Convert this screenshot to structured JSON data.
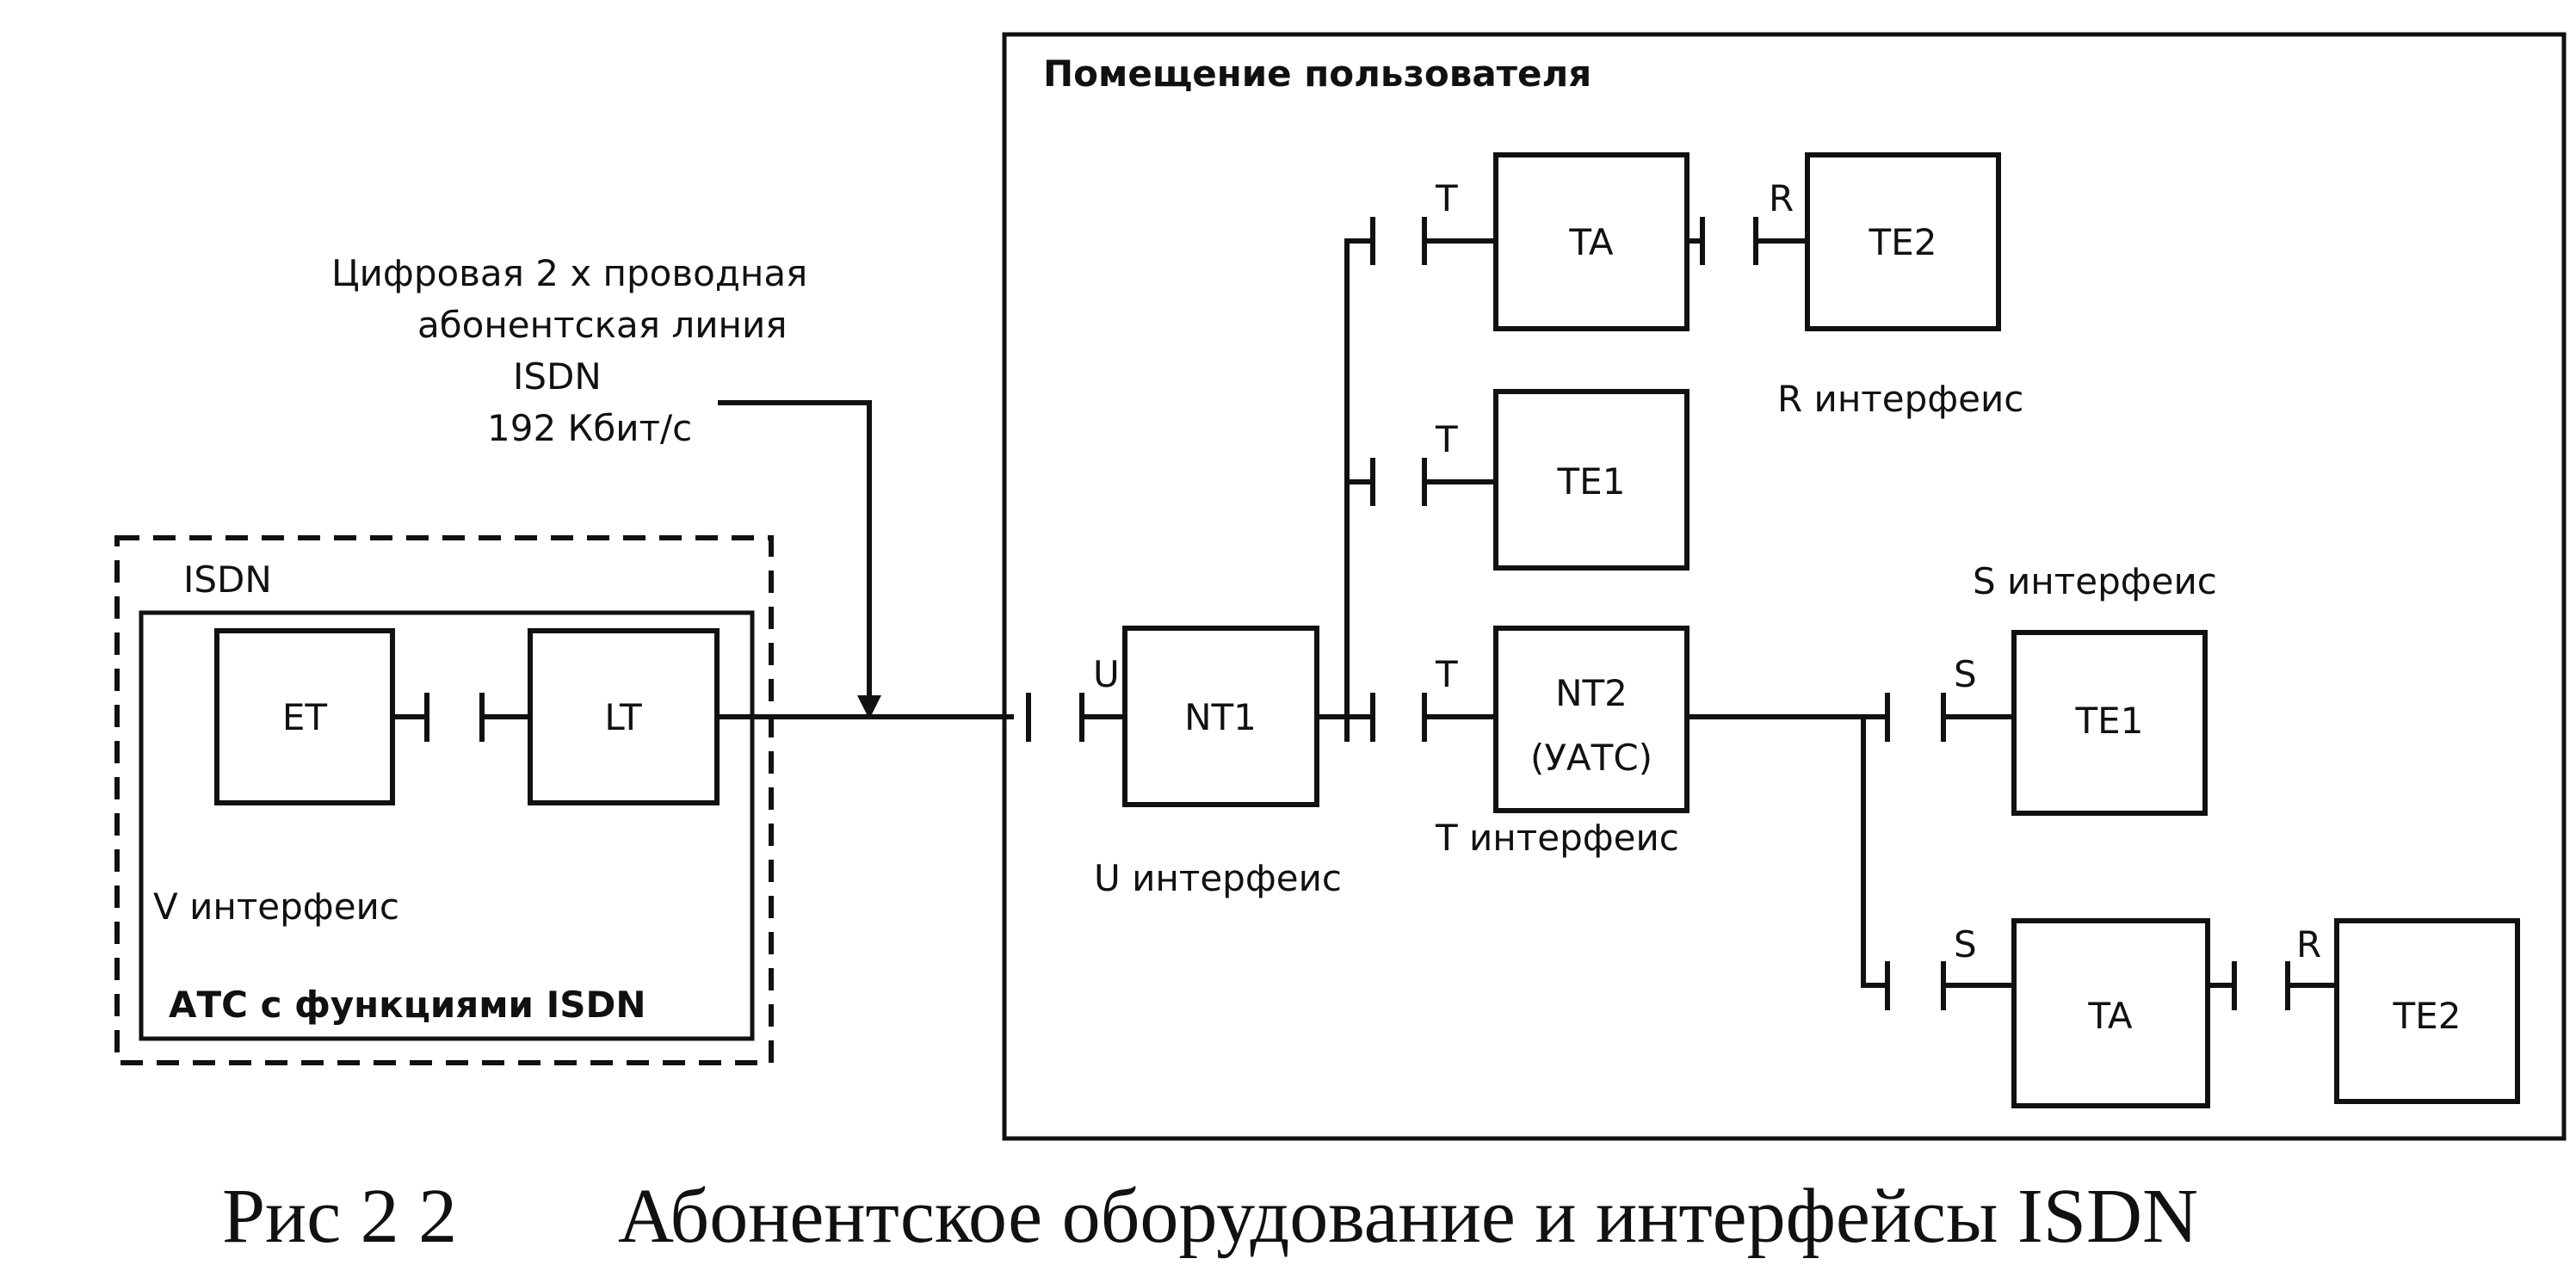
{
  "labels": {
    "user_premises": "Помещение пользователя",
    "line_1": "Цифровая 2 х проводная",
    "line_2": "абонентская линия",
    "line_3": "ISDN",
    "line_4": "192 Кбит/с",
    "isdn": "ISDN",
    "exchange": "АТС с функциями ISDN",
    "v_interface": "V интерфеис",
    "u_interface": "U интерфеис",
    "t_interface": "T интерфеис",
    "s_interface": "S интерфеис",
    "r_interface": "R интерфеис"
  },
  "blocks": {
    "et": "ET",
    "lt": "LT",
    "nt1": "NT1",
    "nt2_line1": "NT2",
    "nt2_line2": "(УАТС)",
    "ta_top": "TA",
    "te2_top": "TE2",
    "te1_mid": "TE1",
    "te1_right": "TE1",
    "ta_bottom": "TA",
    "te2_bottom": "TE2"
  },
  "ref_points": {
    "u": "U",
    "t_top": "T",
    "t_mid": "T",
    "t_nt2": "T",
    "r_top": "R",
    "s_right": "S",
    "s_bottom": "S",
    "r_bottom": "R"
  },
  "caption": {
    "number": "Рис 2 2",
    "text": "Абонентское оборудование и интерфейсы ISDN"
  }
}
